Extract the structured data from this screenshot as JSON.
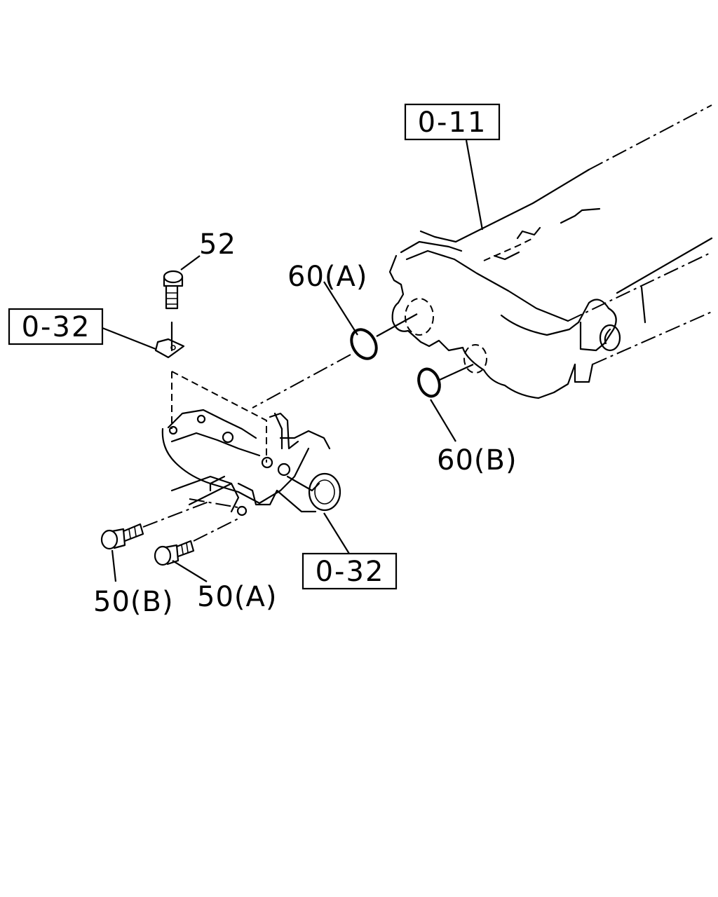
{
  "references": {
    "top_right": "0-11",
    "left": "0-32",
    "bottom": "0-32"
  },
  "callouts": {
    "bolt_52": "52",
    "oring_60a": "60(A)",
    "oring_60b": "60(B)",
    "bolt_50b": "50(B)",
    "bolt_50a": "50(A)"
  }
}
